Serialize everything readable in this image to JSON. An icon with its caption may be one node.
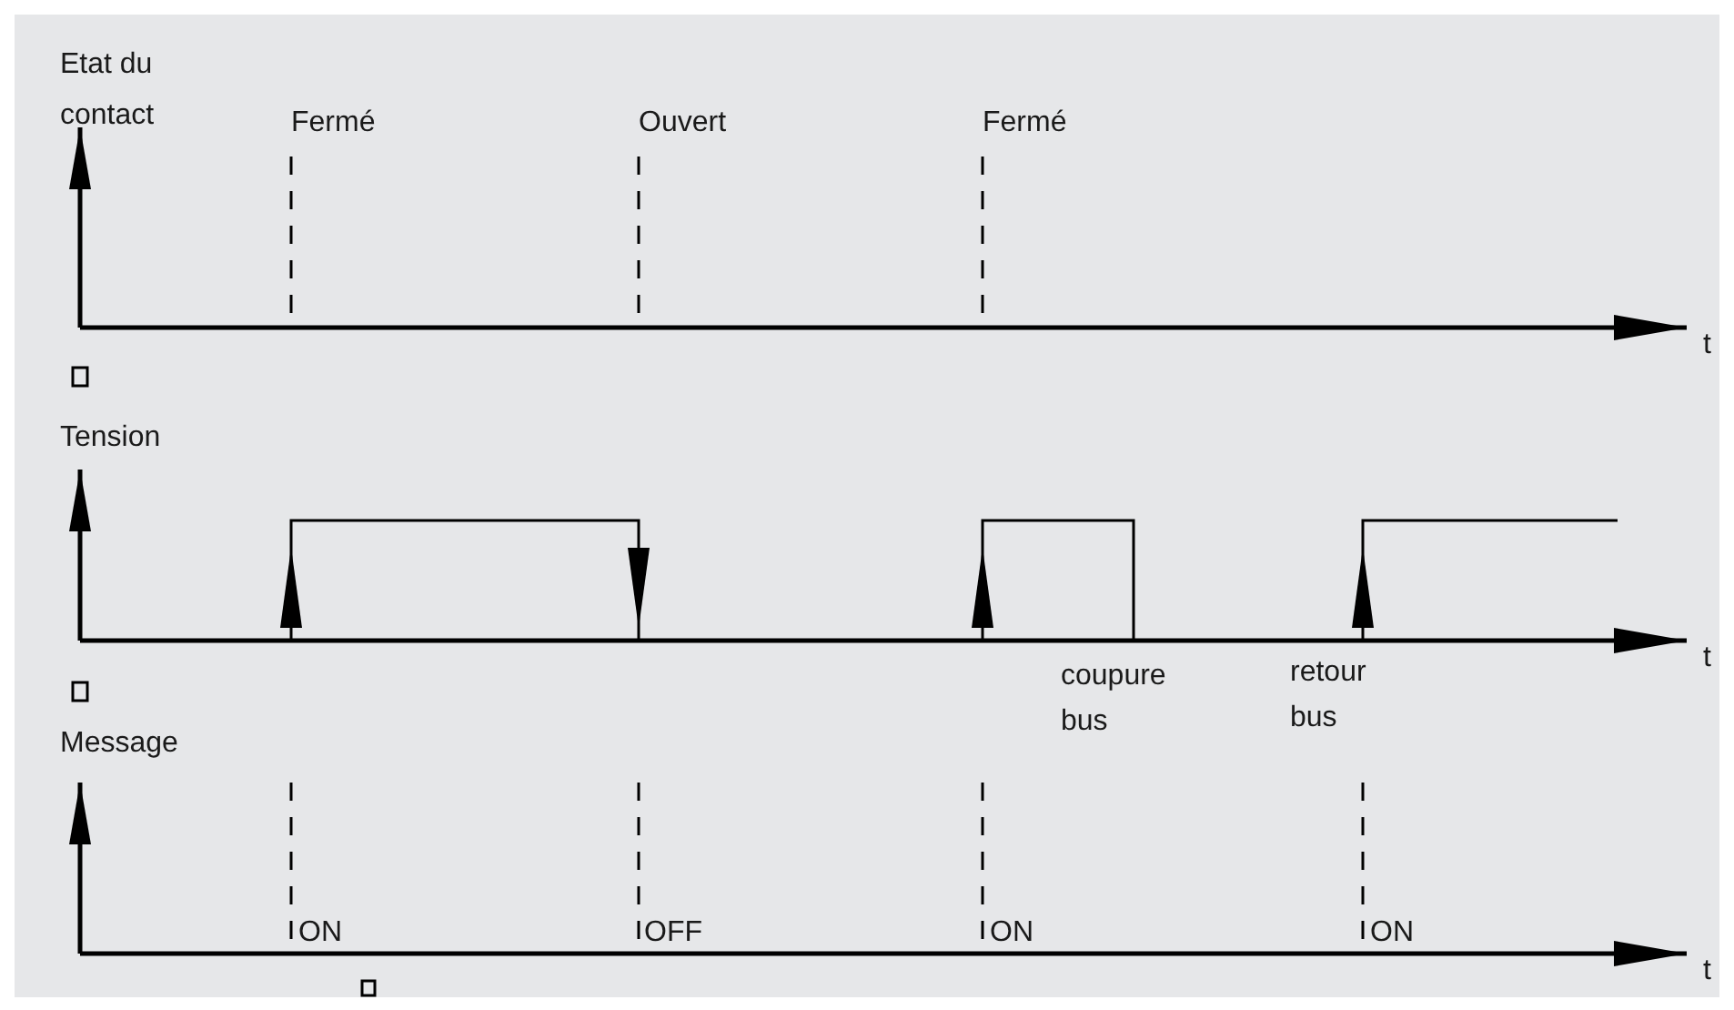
{
  "diagram": {
    "labels": [
      "Etat du contact",
      "Fermé",
      "Ouvert",
      "Fermé",
      "t",
      "Tension",
      "t",
      "coupure bus",
      "retour bus",
      "Message",
      "ON",
      "OFF",
      "ON",
      "ON",
      "t"
    ]
  }
}
